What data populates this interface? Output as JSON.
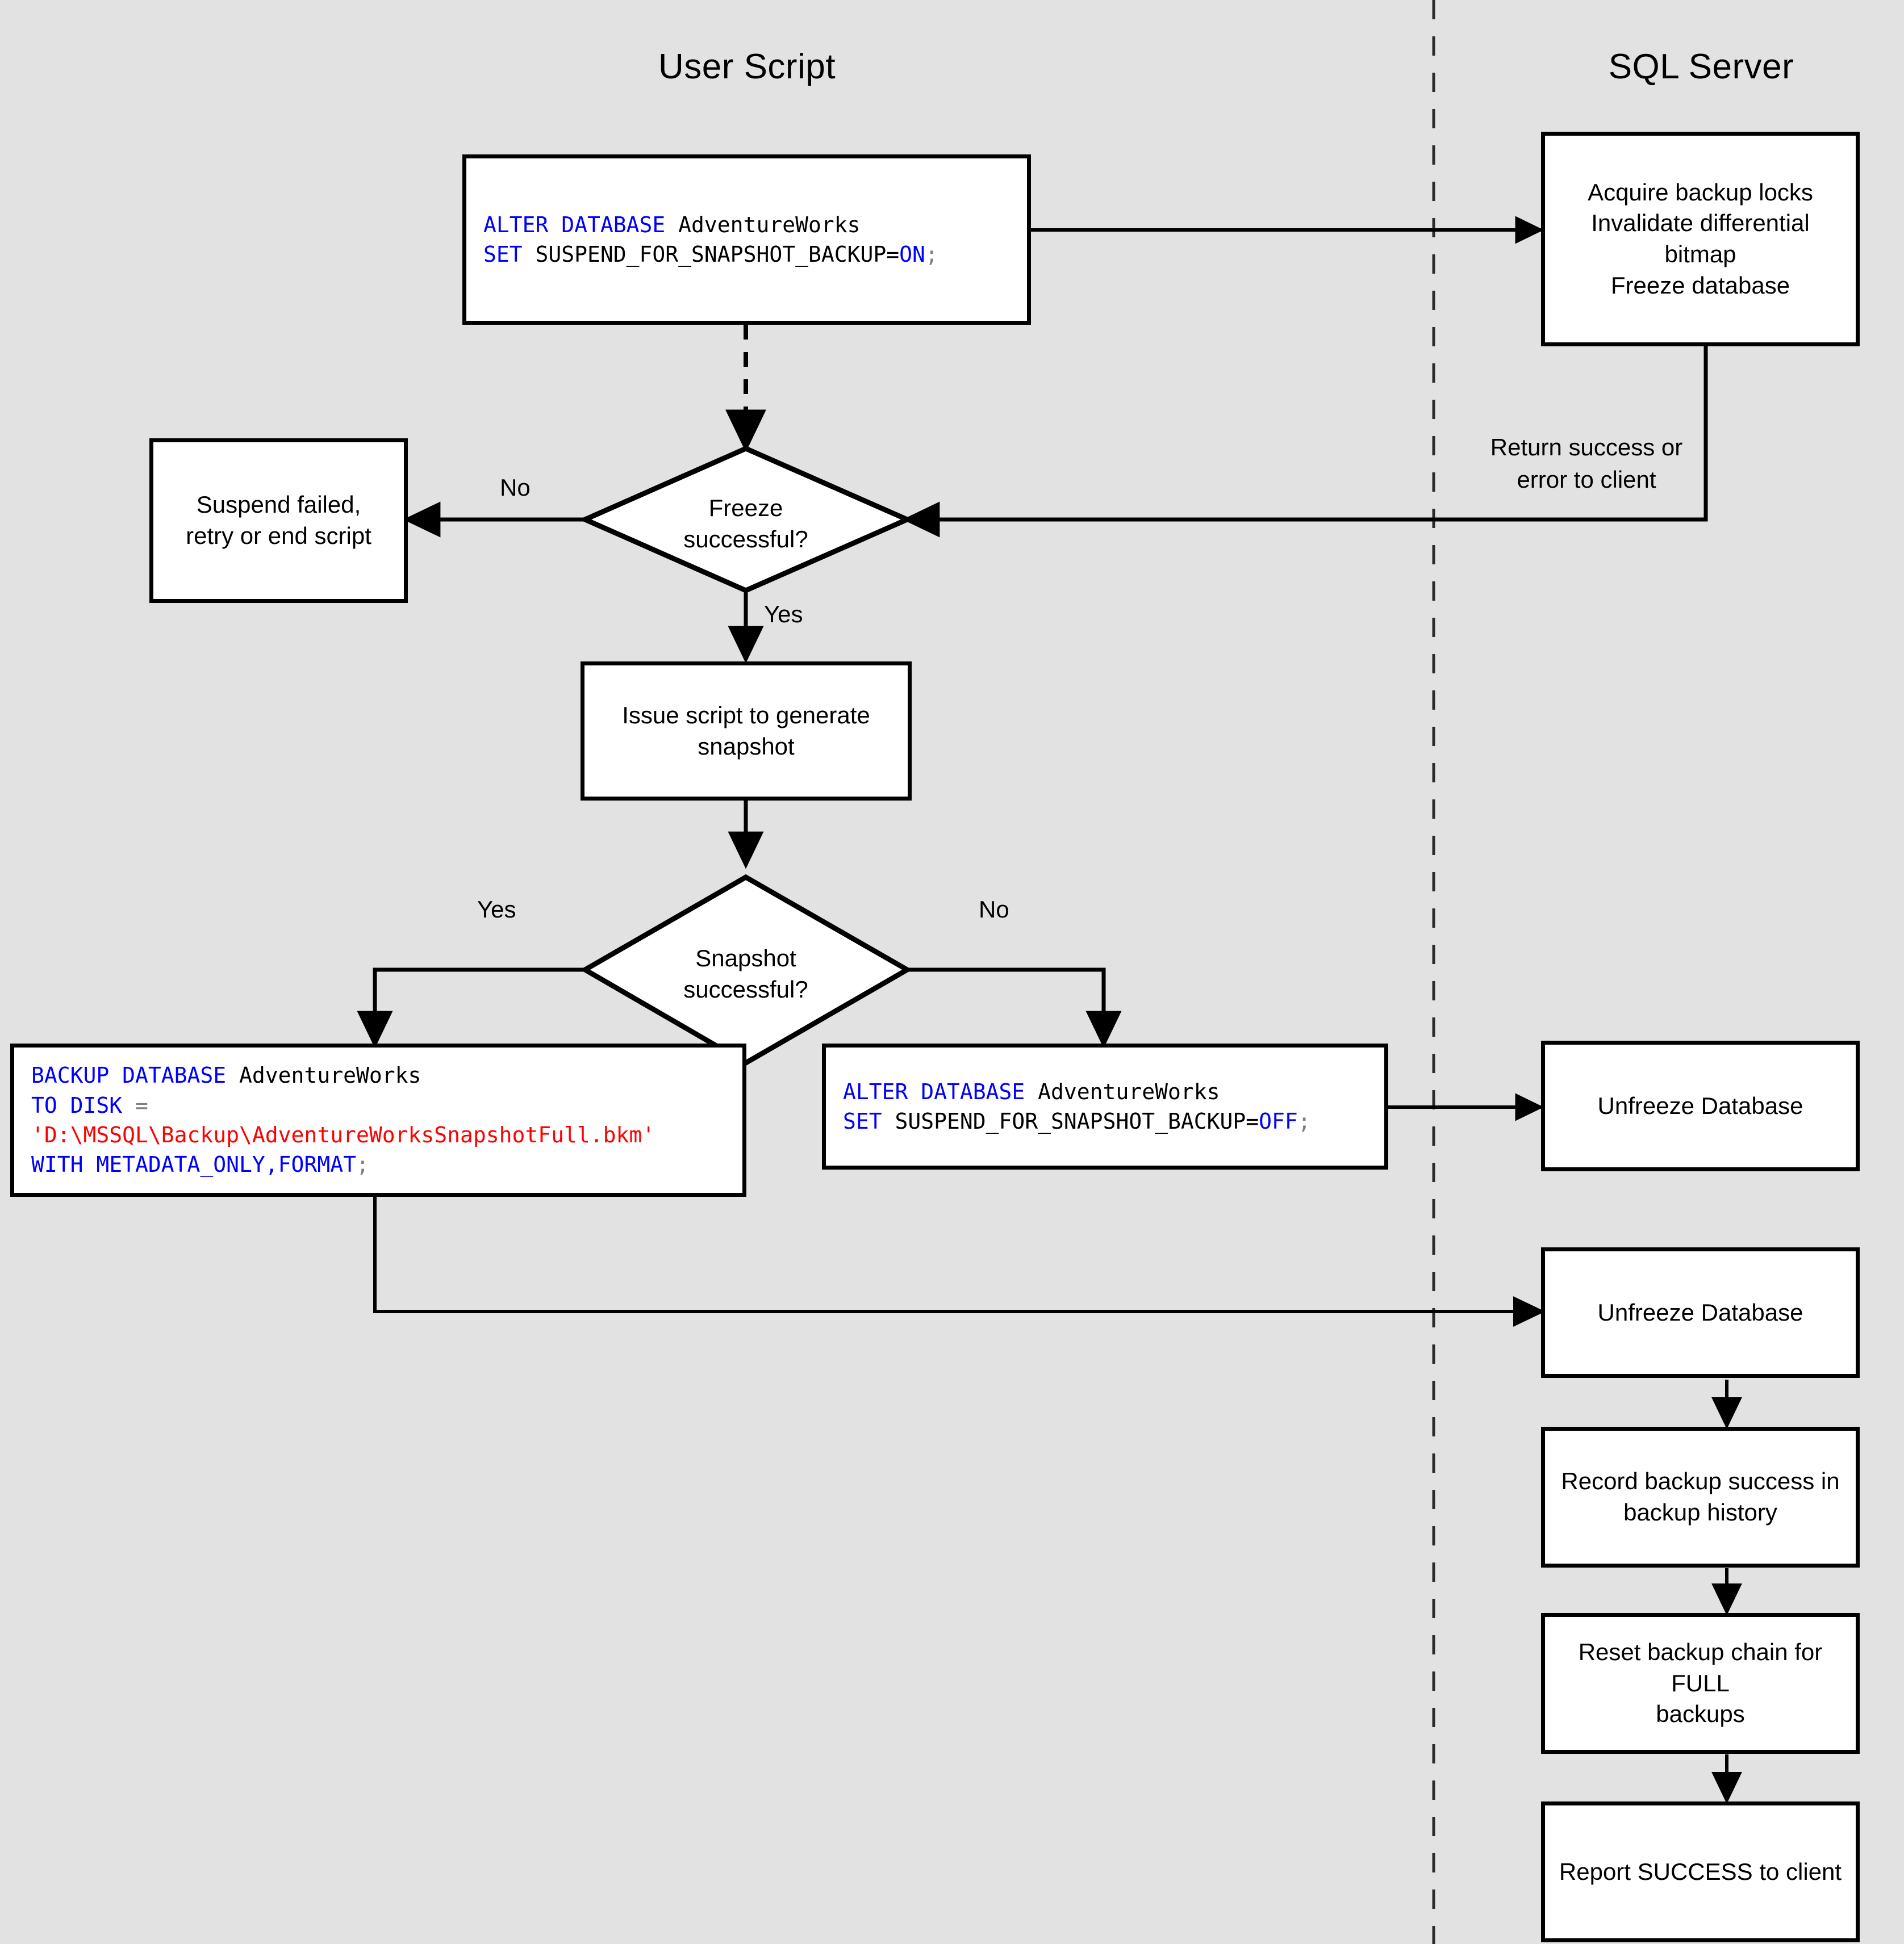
{
  "diagram": {
    "title": "SQL Server snapshot backup flow",
    "background_color": "#e2e2e2",
    "shape_fill": "#ffffff",
    "stroke_color": "#000000",
    "keyword_color": "#0000ff",
    "string_color": "#ff0000",
    "punct_color": "#7f7f7f"
  },
  "lanes": [
    {
      "name": "user-script",
      "title": "User Script"
    },
    {
      "name": "sql-server",
      "title": "SQL Server"
    }
  ],
  "nodes": {
    "alter_on": {
      "type": "code",
      "lines": [
        [
          {
            "t": "ALTER DATABASE ",
            "c": "kw"
          },
          {
            "t": "AdventureWorks",
            "c": "plain"
          }
        ],
        [
          {
            "t": "SET ",
            "c": "kw"
          },
          {
            "t": "SUSPEND_FOR_SNAPSHOT_BACKUP=",
            "c": "plain"
          },
          {
            "t": "ON",
            "c": "kw"
          },
          {
            "t": ";",
            "c": "pun"
          }
        ]
      ]
    },
    "acquire_locks": {
      "type": "process",
      "text": "Acquire backup locks\nInvalidate differential bitmap\nFreeze database"
    },
    "freeze_decision": {
      "type": "decision",
      "text": "Freeze\nsuccessful?"
    },
    "suspend_failed": {
      "type": "process",
      "text": "Suspend failed,\nretry or end script"
    },
    "issue_script": {
      "type": "process",
      "text": "Issue script to generate\nsnapshot"
    },
    "snapshot_decision": {
      "type": "decision",
      "text": "Snapshot\nsuccessful?"
    },
    "backup_metadata_only": {
      "type": "code",
      "lines": [
        [
          {
            "t": "BACKUP DATABASE ",
            "c": "kw"
          },
          {
            "t": "AdventureWorks",
            "c": "plain"
          }
        ],
        [
          {
            "t": "TO DISK ",
            "c": "kw"
          },
          {
            "t": "=",
            "c": "pun"
          }
        ],
        [
          {
            "t": "'D:\\MSSQL\\Backup\\AdventureWorksSnapshotFull.bkm'",
            "c": "str"
          }
        ],
        [
          {
            "t": "WITH METADATA_ONLY,FORMAT",
            "c": "kw"
          },
          {
            "t": ";",
            "c": "pun"
          }
        ]
      ]
    },
    "alter_off": {
      "type": "code",
      "lines": [
        [
          {
            "t": "ALTER DATABASE ",
            "c": "kw"
          },
          {
            "t": "AdventureWorks",
            "c": "plain"
          }
        ],
        [
          {
            "t": "SET ",
            "c": "kw"
          },
          {
            "t": "SUSPEND_FOR_SNAPSHOT_BACKUP=",
            "c": "plain"
          },
          {
            "t": "OFF",
            "c": "kw"
          },
          {
            "t": ";",
            "c": "pun"
          }
        ]
      ]
    },
    "unfreeze_1": {
      "type": "process",
      "text": "Unfreeze Database"
    },
    "unfreeze_2": {
      "type": "process",
      "text": "Unfreeze Database"
    },
    "record_success": {
      "type": "process",
      "text": "Record backup success in\nbackup history"
    },
    "reset_chain": {
      "type": "process",
      "text": "Reset backup chain for FULL\nbackups"
    },
    "report_success": {
      "type": "process",
      "text": "Report SUCCESS to client"
    }
  },
  "edge_labels": {
    "freeze_no": "No",
    "freeze_yes": "Yes",
    "snapshot_yes": "Yes",
    "snapshot_no": "No"
  },
  "annotations": {
    "return_to_client": "Return success or\nerror to client"
  }
}
